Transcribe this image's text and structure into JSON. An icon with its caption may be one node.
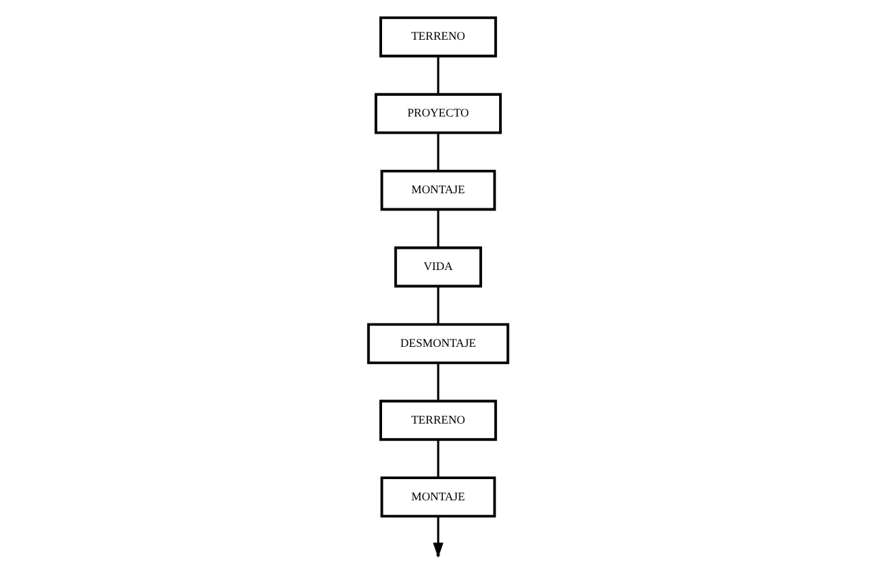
{
  "diagram": {
    "nodes": [
      {
        "text": [
          "PROYECTO"
        ]
      },
      {
        "text": [
          "MONTAJE"
        ]
      },
      {
        "text": [
          "TERRENO"
        ]
      },
      {
        "text": [
          "MONTAJE"
        ]
      },
      {
        "text": [
          "VIDA"
        ]
      },
      {
        "text": [
          "TERRENO"
        ]
      },
      {
        "text": [
          "DESMONTAJE"
        ]
      }
    ],
    "edges": [
      {
        "from": 2,
        "to": 0,
        "arrow": "none"
      },
      {
        "from": 0,
        "to": 1,
        "arrow": "none"
      },
      {
        "from": 1,
        "to": 4,
        "arrow": "none"
      },
      {
        "from": 4,
        "to": 6,
        "arrow": "none"
      },
      {
        "from": 6,
        "to": 5,
        "arrow": "none"
      },
      {
        "from": 5,
        "to": 3,
        "arrow": "none"
      },
      {
        "from": 3,
        "to": null,
        "arrow": "to"
      }
    ]
  }
}
